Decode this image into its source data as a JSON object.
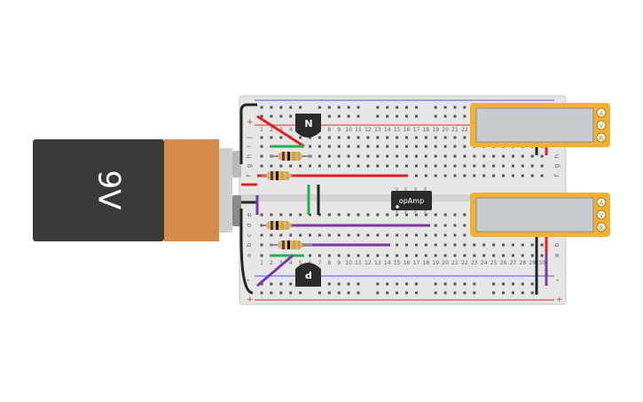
{
  "battery": {
    "label": "9V"
  },
  "breadboard": {
    "columns": 30,
    "plus_sign": "+",
    "minus_sign": "-",
    "rows_top": [
      "j",
      "i",
      "h",
      "g",
      "f"
    ],
    "rows_bottom": [
      "e",
      "d",
      "c",
      "b",
      "a"
    ]
  },
  "transistors": [
    {
      "label": "N"
    },
    {
      "label": "P"
    }
  ],
  "ic": {
    "label": "opAmp"
  },
  "multimeters": [
    {
      "terminals": [
        "A",
        "V",
        "R"
      ]
    },
    {
      "terminals": [
        "A",
        "V",
        "R"
      ]
    }
  ],
  "colors": {
    "battery_body": "#3a3a3a",
    "battery_label_band": "#d68a4c",
    "breadboard": "#e6e6e6",
    "rail_red": "#e03030",
    "rail_blue": "#4a5bd8",
    "wire_red": "#e02020",
    "wire_green": "#22b14c",
    "wire_purple": "#7a3aa0",
    "wire_black": "#222222",
    "multimeter_body": "#f2b134",
    "multimeter_screen": "#c8ccd0"
  }
}
